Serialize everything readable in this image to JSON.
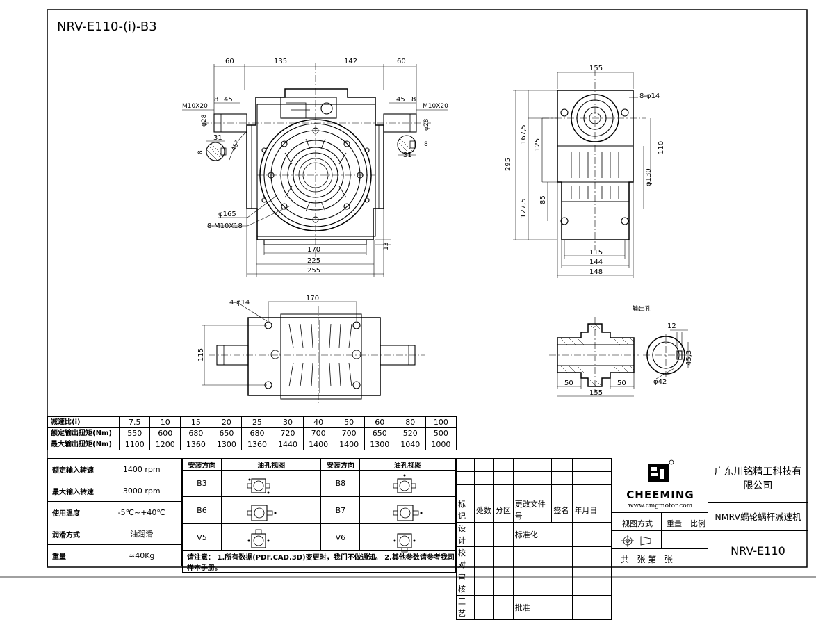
{
  "drawing_title": "NRV-E110-(i)-B3",
  "output_hole_label": "输出孔",
  "front_view": {
    "dims": {
      "d60_left": "60",
      "d135": "135",
      "d142": "142",
      "d60_right": "60",
      "m10x20_left": "M10X20",
      "m10x20_right": "M10X20",
      "d8_left": "8",
      "d45_left": "45",
      "d45_right": "45",
      "d8_right": "8",
      "phi28_left": "φ28",
      "phi28_right": "φ28",
      "d31_left": "31",
      "d31_right": "31",
      "d8_key_left": "8",
      "d8_key_right": "8",
      "angle45": "45°",
      "phi165": "φ165",
      "bolts": "8-M10X18",
      "d170": "170",
      "d225": "225",
      "d255": "255",
      "d13": "13"
    }
  },
  "side_view": {
    "dims": {
      "d155": "155",
      "holes": "8-φ14",
      "d295": "295",
      "d167_5": "167,5",
      "d125": "125",
      "d127_5": "127,5",
      "d85": "85",
      "d110": "110",
      "phi130": "φ130",
      "d115": "115",
      "d144": "144",
      "d148": "148"
    }
  },
  "bottom_view": {
    "dims": {
      "holes": "4-φ14",
      "d170": "170",
      "d115": "115"
    }
  },
  "hole_view": {
    "dims": {
      "d12": "12",
      "d45_3": "45,3",
      "phi42": "φ42",
      "d50_left": "50",
      "d50_right": "50",
      "d155": "155"
    }
  },
  "ratio_table": {
    "row_labels": [
      "减速比(i)",
      "额定输出扭矩(Nm)",
      "最大输出扭矩(Nm)"
    ],
    "ratios": [
      "7.5",
      "10",
      "15",
      "20",
      "25",
      "30",
      "40",
      "50",
      "60",
      "80",
      "100"
    ],
    "rated_torque": [
      "550",
      "600",
      "680",
      "650",
      "680",
      "720",
      "700",
      "700",
      "650",
      "520",
      "500"
    ],
    "max_torque": [
      "1100",
      "1200",
      "1360",
      "1300",
      "1360",
      "1440",
      "1400",
      "1400",
      "1300",
      "1040",
      "1000"
    ]
  },
  "params": [
    {
      "label": "额定输入转速",
      "value": "1400 rpm"
    },
    {
      "label": "最大输入转速",
      "value": "3000 rpm"
    },
    {
      "label": "使用温度",
      "value": "-5℃~+40℃"
    },
    {
      "label": "润滑方式",
      "value": "油润滑"
    },
    {
      "label": "重量",
      "value": "≈40Kg"
    }
  ],
  "mounting": {
    "header_direction": "安装方向",
    "header_oil": "油孔视图",
    "left": [
      "B3",
      "B6",
      "V5"
    ],
    "right": [
      "B8",
      "B7",
      "V6"
    ],
    "note": "请注意：  1.所有数据(PDF.CAD.3D)变更时，我们不做通知。  2.其他参数请参考我司样本手册。"
  },
  "title_block": {
    "rev_headers": [
      "标记",
      "处数",
      "分区",
      "更改文件号",
      "签名",
      "年月日"
    ],
    "rows": [
      "设计",
      "校对",
      "审核",
      "工艺"
    ],
    "standardize": "标准化",
    "approve": "批准",
    "brand": "CHEEMING",
    "website": "www.cmgmotor.com",
    "view_method": "视图方式",
    "weight": "重量",
    "scale": "比例",
    "sheet_text": "共   张 第   张",
    "company": "广东川铭精工科技有限公司",
    "product": "NMRV蜗轮蜗杆减速机",
    "model": "NRV-E110"
  },
  "colors": {
    "line": "#000000",
    "paper": "#ffffff"
  }
}
